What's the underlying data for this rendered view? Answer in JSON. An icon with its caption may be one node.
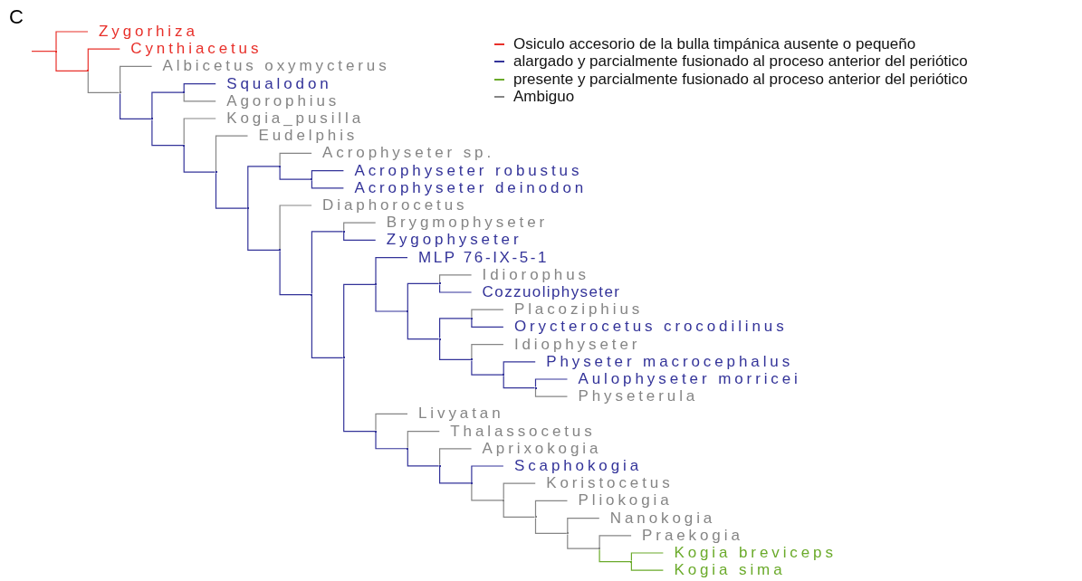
{
  "diagram": {
    "nodes": [
      {
        "text": [
          "Zygorhiza"
        ]
      },
      {
        "text": [
          "Cynthiacetus"
        ]
      },
      {
        "text": [
          "Albicetus oxymycterus"
        ]
      },
      {
        "text": [
          "Squalodon"
        ]
      },
      {
        "text": [
          "Agorophius"
        ]
      },
      {
        "text": [
          "Kogia_pusilla"
        ]
      },
      {
        "text": [
          "Eudelphis"
        ]
      },
      {
        "text": [
          "Acrophyseter sp."
        ]
      },
      {
        "text": [
          "Acrophyseter robustus"
        ]
      },
      {
        "text": [
          "Acrophyseter deinodon"
        ]
      },
      {
        "text": [
          "Diaphorocetus"
        ]
      },
      {
        "text": [
          "Brygmophyseter"
        ]
      },
      {
        "text": [
          "Zygophyseter"
        ]
      },
      {
        "text": [
          "MLP 76-IX-5-1"
        ]
      },
      {
        "text": [
          "Idiorophus"
        ]
      },
      {
        "text": [
          "Cozzuoliphyseter"
        ]
      },
      {
        "text": [
          "Placoziphius"
        ]
      },
      {
        "text": [
          "Orycterocetus crocodilinus"
        ]
      },
      {
        "text": [
          "Idiophyseter"
        ]
      },
      {
        "text": [
          "Physeter macrocephalus"
        ]
      },
      {
        "text": [
          "Aulophyseter morricei"
        ]
      },
      {
        "text": [
          "Physeterula"
        ]
      },
      {
        "text": [
          "Livyatan"
        ]
      },
      {
        "text": [
          "Thalassocetus"
        ]
      },
      {
        "text": [
          "Aprixokogia"
        ]
      },
      {
        "text": [
          "Scaphokogia"
        ]
      },
      {
        "text": [
          "Koristocetus"
        ]
      },
      {
        "text": [
          "Pliokogia"
        ]
      },
      {
        "text": [
          "Nanokogia"
        ]
      },
      {
        "text": [
          "Praekogia"
        ]
      },
      {
        "text": [
          "Kogia breviceps"
        ]
      },
      {
        "text": [
          "Kogia sima"
        ]
      },
      {
        "text": [],
        "shape": "point"
      },
      {
        "text": [],
        "shape": "point"
      },
      {
        "text": [],
        "shape": "point"
      },
      {
        "text": [],
        "shape": "point"
      },
      {
        "text": [],
        "shape": "point"
      },
      {
        "text": [],
        "shape": "point"
      },
      {
        "text": [],
        "shape": "point"
      },
      {
        "text": [],
        "shape": "point"
      },
      {
        "text": [],
        "shape": "point"
      },
      {
        "text": [],
        "shape": "point"
      },
      {
        "text": [],
        "shape": "point"
      },
      {
        "text": [],
        "shape": "point"
      },
      {
        "text": [],
        "shape": "point"
      },
      {
        "text": [],
        "shape": "point"
      },
      {
        "text": [],
        "shape": "point"
      },
      {
        "text": [],
        "shape": "point"
      },
      {
        "text": [],
        "shape": "point"
      },
      {
        "text": [],
        "shape": "point"
      },
      {
        "text": [],
        "shape": "point"
      },
      {
        "text": [],
        "shape": "point"
      },
      {
        "text": [],
        "shape": "point"
      },
      {
        "text": [],
        "shape": "point"
      },
      {
        "text": [],
        "shape": "point"
      },
      {
        "text": [],
        "shape": "point"
      },
      {
        "text": [],
        "shape": "point"
      },
      {
        "text": [],
        "shape": "point"
      },
      {
        "text": [],
        "shape": "point"
      },
      {
        "text": [],
        "shape": "point"
      },
      {
        "text": [],
        "shape": "point"
      },
      {
        "text": [],
        "shape": "point"
      },
      {
        "text": [],
        "shape": "point"
      }
    ],
    "edges": [
      {
        "from": null,
        "to": 32,
        "arrow": "none",
        "color": "#e8302a"
      },
      {
        "from": 32,
        "to": 0,
        "arrow": "none",
        "color": "#e8302a"
      },
      {
        "from": 32,
        "to": 33,
        "arrow": "none",
        "color": "#e8302a"
      },
      {
        "from": 33,
        "to": 1,
        "arrow": "none",
        "color": "#e8302a"
      },
      {
        "from": 33,
        "to": 34,
        "arrow": "none",
        "color": "#858585"
      },
      {
        "from": 34,
        "to": 2,
        "arrow": "none",
        "color": "#858585"
      },
      {
        "from": 34,
        "to": 35,
        "arrow": "none"
      },
      {
        "from": 35,
        "to": 36,
        "arrow": "none"
      },
      {
        "from": 36,
        "to": 3,
        "arrow": "none"
      },
      {
        "from": 36,
        "to": 4,
        "arrow": "none",
        "color": "#858585"
      },
      {
        "from": 35,
        "to": 37,
        "arrow": "none"
      },
      {
        "from": 37,
        "to": 5,
        "arrow": "none",
        "color": "#858585"
      },
      {
        "from": 37,
        "to": 38,
        "arrow": "none"
      },
      {
        "from": 38,
        "to": 6,
        "arrow": "none",
        "color": "#858585"
      },
      {
        "from": 38,
        "to": 39,
        "arrow": "none"
      },
      {
        "from": 39,
        "to": 40,
        "arrow": "none"
      },
      {
        "from": 40,
        "to": 7,
        "arrow": "none",
        "color": "#858585"
      },
      {
        "from": 40,
        "to": 41,
        "arrow": "none"
      },
      {
        "from": 41,
        "to": 8,
        "arrow": "none"
      },
      {
        "from": 41,
        "to": 9,
        "arrow": "none"
      },
      {
        "from": 39,
        "to": 42,
        "arrow": "none"
      },
      {
        "from": 42,
        "to": 10,
        "arrow": "none",
        "color": "#858585"
      },
      {
        "from": 42,
        "to": 43,
        "arrow": "none"
      },
      {
        "from": 43,
        "to": 44,
        "arrow": "none"
      },
      {
        "from": 44,
        "to": 11,
        "arrow": "none",
        "color": "#858585"
      },
      {
        "from": 44,
        "to": 12,
        "arrow": "none"
      },
      {
        "from": 43,
        "to": 45,
        "arrow": "none"
      },
      {
        "from": 45,
        "to": 46,
        "arrow": "none"
      },
      {
        "from": 46,
        "to": 13,
        "arrow": "none"
      },
      {
        "from": 46,
        "to": 47,
        "arrow": "none"
      },
      {
        "from": 47,
        "to": 48,
        "arrow": "none"
      },
      {
        "from": 48,
        "to": 14,
        "arrow": "none",
        "color": "#858585"
      },
      {
        "from": 48,
        "to": 15,
        "arrow": "none"
      },
      {
        "from": 47,
        "to": 49,
        "arrow": "none"
      },
      {
        "from": 49,
        "to": 50,
        "arrow": "none"
      },
      {
        "from": 50,
        "to": 16,
        "arrow": "none",
        "color": "#858585"
      },
      {
        "from": 50,
        "to": 17,
        "arrow": "none"
      },
      {
        "from": 49,
        "to": 51,
        "arrow": "none"
      },
      {
        "from": 51,
        "to": 18,
        "arrow": "none",
        "color": "#858585"
      },
      {
        "from": 51,
        "to": 52,
        "arrow": "none"
      },
      {
        "from": 52,
        "to": 19,
        "arrow": "none"
      },
      {
        "from": 52,
        "to": 53,
        "arrow": "none"
      },
      {
        "from": 53,
        "to": 20,
        "arrow": "none"
      },
      {
        "from": 53,
        "to": 21,
        "arrow": "none",
        "color": "#858585"
      },
      {
        "from": 45,
        "to": 54,
        "arrow": "none"
      },
      {
        "from": 54,
        "to": 22,
        "arrow": "none",
        "color": "#858585"
      },
      {
        "from": 54,
        "to": 55,
        "arrow": "none"
      },
      {
        "from": 55,
        "to": 23,
        "arrow": "none",
        "color": "#858585"
      },
      {
        "from": 55,
        "to": 56,
        "arrow": "none"
      },
      {
        "from": 56,
        "to": 24,
        "arrow": "none",
        "color": "#858585"
      },
      {
        "from": 56,
        "to": 57,
        "arrow": "none"
      },
      {
        "from": 57,
        "to": 25,
        "arrow": "none"
      },
      {
        "from": 57,
        "to": 58,
        "arrow": "none",
        "color": "#858585"
      },
      {
        "from": 58,
        "to": 26,
        "arrow": "none",
        "color": "#858585"
      },
      {
        "from": 58,
        "to": 59,
        "arrow": "none",
        "color": "#858585"
      },
      {
        "from": 59,
        "to": 27,
        "arrow": "none",
        "color": "#858585"
      },
      {
        "from": 59,
        "to": 60,
        "arrow": "none",
        "color": "#858585"
      },
      {
        "from": 60,
        "to": 28,
        "arrow": "none",
        "color": "#858585"
      },
      {
        "from": 60,
        "to": 61,
        "arrow": "none",
        "color": "#858585"
      },
      {
        "from": 61,
        "to": 29,
        "arrow": "none",
        "color": "#858585"
      },
      {
        "from": 61,
        "to": 62,
        "arrow": "none",
        "color": "#6aaa2a"
      },
      {
        "from": 62,
        "to": 30,
        "arrow": "none",
        "color": "#6aaa2a"
      },
      {
        "from": 62,
        "to": 31,
        "arrow": "none",
        "color": "#6aaa2a"
      }
    ],
    "labels": [
      "C"
    ],
    "legend": [
      {
        "text": "Osiculo accesorio de la bulla timpánica ausente o pequeño",
        "color": "#e8302a"
      },
      {
        "text": "alargado y parcialmente fusionado al proceso anterior del periótico",
        "color": "#333399"
      },
      {
        "text": "presente y parcialmente fusionado al proceso anterior del periótico",
        "color": "#6aaa2a"
      },
      {
        "text": "Ambiguo",
        "color": "#858585"
      }
    ]
  }
}
